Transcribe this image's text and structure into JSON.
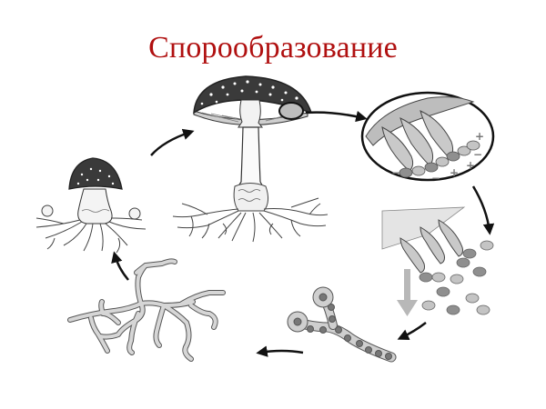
{
  "title": "Спорообразование",
  "colors": {
    "title": "#b01010",
    "cap": "#3a3a3a",
    "cap_spots": "#ffffff",
    "stroke": "#222222",
    "cell_fill": "#c8c8c8",
    "spore_dark": "#8a8a8a",
    "spore_light": "#c4c4c4",
    "down_arrow": "#b8b8b8"
  },
  "stages": [
    {
      "id": "mature-mushroom",
      "label": "mature fruiting body (cap with gills, stalk, mycelium)"
    },
    {
      "id": "gill-magnified",
      "label": "magnified gill with basidia (+/- nuclei)"
    },
    {
      "id": "spore-release",
      "label": "basidia releasing spores"
    },
    {
      "id": "spore-germination",
      "label": "germinating spores forming hyphae"
    },
    {
      "id": "mycelium",
      "label": "branching mycelium"
    },
    {
      "id": "young-mushroom",
      "label": "young fruiting body on mycelium"
    }
  ],
  "signs": {
    "plus": "+",
    "minus": "−"
  }
}
